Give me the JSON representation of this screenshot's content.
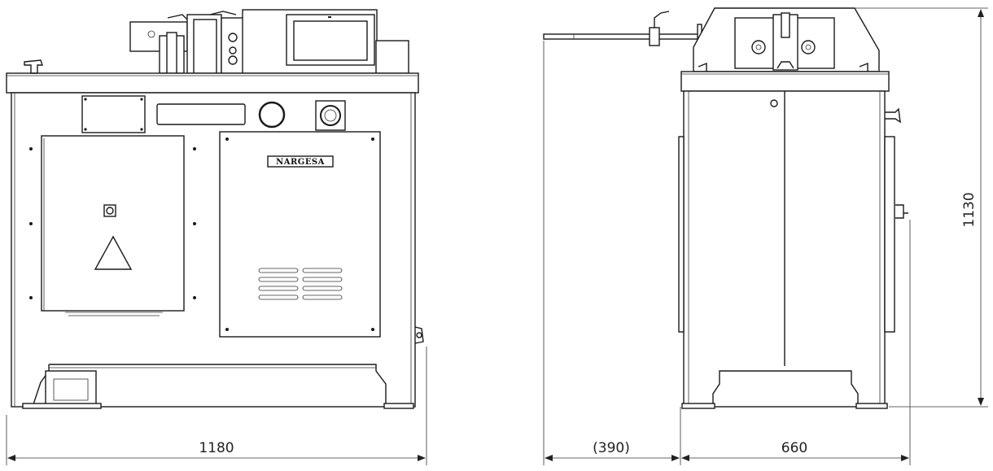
{
  "brand": "NARGESA",
  "dimensions": {
    "front_width": "1180",
    "side_extension": "(390)",
    "side_depth": "660",
    "height": "1130"
  }
}
